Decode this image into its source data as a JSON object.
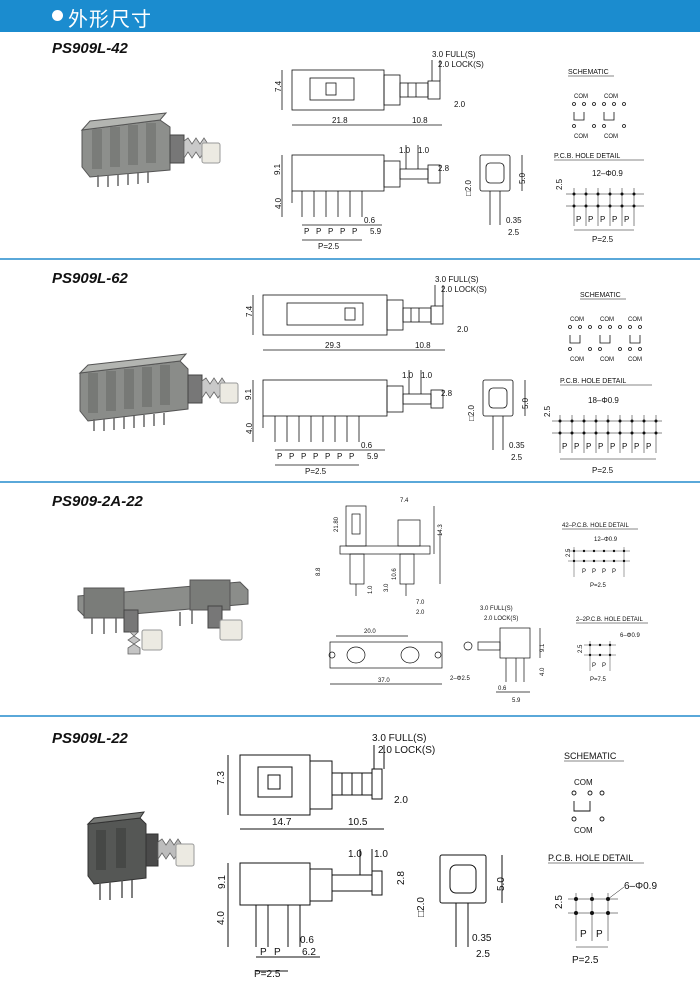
{
  "header": {
    "title": "外形尺寸"
  },
  "sections": [
    {
      "model": "PS909L-42",
      "dims": {
        "full": "3.0 FULL(S)",
        "lock": "2.0 LOCK(S)",
        "height": "7.4",
        "body_len": "21.8",
        "stem_len": "10.8",
        "stem_h": "2.0",
        "d1": "1.0",
        "d2": "1.0",
        "d3": "2.8",
        "pin_h": "9.1",
        "pin_l": "4.0",
        "p06": "0.6",
        "p59": "5.9",
        "pitch": "P=2.5",
        "sq": "□2.0",
        "side_h": "5.0",
        "t035": "0.35",
        "t25": "2.5",
        "pcb_25": "2.5",
        "holes": "12–Φ0.9",
        "pcb_pitch": "P=2.5",
        "p": "P"
      },
      "schematic": "SCHEMATIC",
      "com": "COM",
      "pcb_title": "P.C.B. HOLE DETAIL"
    },
    {
      "model": "PS909L-62",
      "dims": {
        "full": "3.0 FULL(S)",
        "lock": "2.0 LOCK(S)",
        "height": "7.4",
        "body_len": "29.3",
        "stem_len": "10.8",
        "stem_h": "2.0",
        "d1": "1.0",
        "d2": "1.0",
        "d3": "2.8",
        "pin_h": "9.1",
        "pin_l": "4.0",
        "p06": "0.6",
        "p59": "5.9",
        "pitch": "P=2.5",
        "sq": "□2.0",
        "side_h": "5.0",
        "t035": "0.35",
        "t25": "2.5",
        "pcb_25": "2.5",
        "holes": "18–Φ0.9",
        "pcb_pitch": "P=2.5",
        "p": "P"
      },
      "schematic": "SCHEMATIC",
      "com": "COM",
      "pcb_title": "P.C.B. HOLE DETAIL"
    },
    {
      "model": "PS909-2A-22",
      "dims": {
        "w74": "7.4",
        "h2180": "21.80",
        "h143": "14.3",
        "h88": "8.8",
        "h106": "10.6",
        "d10": "1.0",
        "d30": "3.0",
        "d70": "7.0",
        "d20": "2.0",
        "l200": "20.0",
        "l370": "37.0",
        "hole": "2–Φ2.5",
        "full": "3.0 FULL(S)",
        "lock": "2.0 LOCK(S)",
        "s91": "9.1",
        "s40": "4.0",
        "s06": "0.6",
        "s59": "5.9"
      },
      "pcb1_title": "42–P.C.B. HOLE DETAIL",
      "pcb1_holes": "12–Φ0.9",
      "pcb1_pitch": "P=2.5",
      "pcb2_title": "2–2P.C.B. HOLE DETAIL",
      "pcb2_holes": "6–Φ0.9",
      "pcb2_pitch": "P=7.5",
      "p": "P",
      "pcb_25": "2.5"
    },
    {
      "model": "PS909L-22",
      "dims": {
        "full": "3.0 FULL(S)",
        "lock": "2.0 LOCK(S)",
        "height": "7.3",
        "body_len": "14.7",
        "stem_len": "10.5",
        "stem_h": "2.0",
        "d1": "1.0",
        "d2": "1.0",
        "d3": "2.8",
        "pin_h": "9.1",
        "pin_l": "4.0",
        "p06": "0.6",
        "p62": "6.2",
        "pitch": "P=2.5",
        "sq": "□2.0",
        "side_h": "5.0",
        "t035": "0.35",
        "t25": "2.5",
        "pcb_25": "2.5",
        "holes": "6–Φ0.9",
        "pcb_pitch": "P=2.5",
        "p": "P"
      },
      "schematic": "SCHEMATIC",
      "com": "COM",
      "pcb_title": "P.C.B. HOLE DETAIL"
    }
  ]
}
